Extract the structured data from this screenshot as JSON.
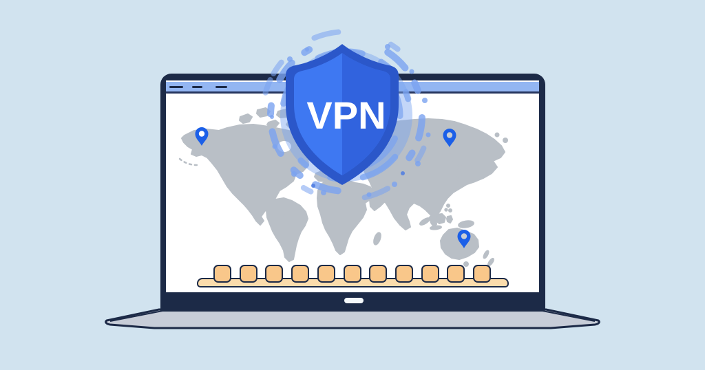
{
  "illustration": {
    "type": "vpn-concept-illustration",
    "shield": {
      "label": "VPN"
    },
    "browser_window": {
      "control_dash_count": 3
    },
    "keyboard": {
      "key_count": 11
    },
    "map": {
      "pin_count": 3,
      "pins": [
        {
          "name": "location-pin-alaska"
        },
        {
          "name": "location-pin-siberia"
        },
        {
          "name": "location-pin-australia"
        }
      ]
    },
    "colors": {
      "background": "#D1E3EF",
      "outline_navy": "#1C2A47",
      "browser_bar": "#93B6F2",
      "screen_white": "#FFFFFF",
      "map_land": "#B9BFC6",
      "pin_blue": "#1B5FE8",
      "shield_left": "#3E78F2",
      "shield_right": "#3163DE",
      "shield_border": "#2B57C9",
      "swirl_blue": "#7AA3F0",
      "key_fill": "#F9C78A",
      "key_bar_fill": "#FBDCAC",
      "base_gray": "#C7CDD8"
    }
  }
}
